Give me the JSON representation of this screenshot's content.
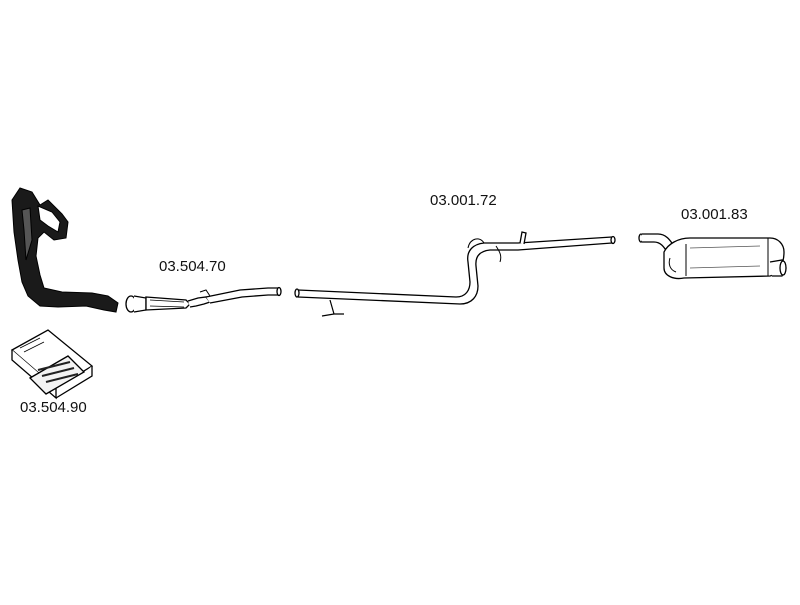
{
  "diagram": {
    "parts": [
      {
        "id": "manifold",
        "label": ""
      },
      {
        "id": "fitting-kit",
        "label": "03.504.90"
      },
      {
        "id": "front-pipe",
        "label": "03.504.70"
      },
      {
        "id": "middle-pipe",
        "label": "03.001.72"
      },
      {
        "id": "rear-silencer",
        "label": "03.001.83"
      }
    ]
  }
}
